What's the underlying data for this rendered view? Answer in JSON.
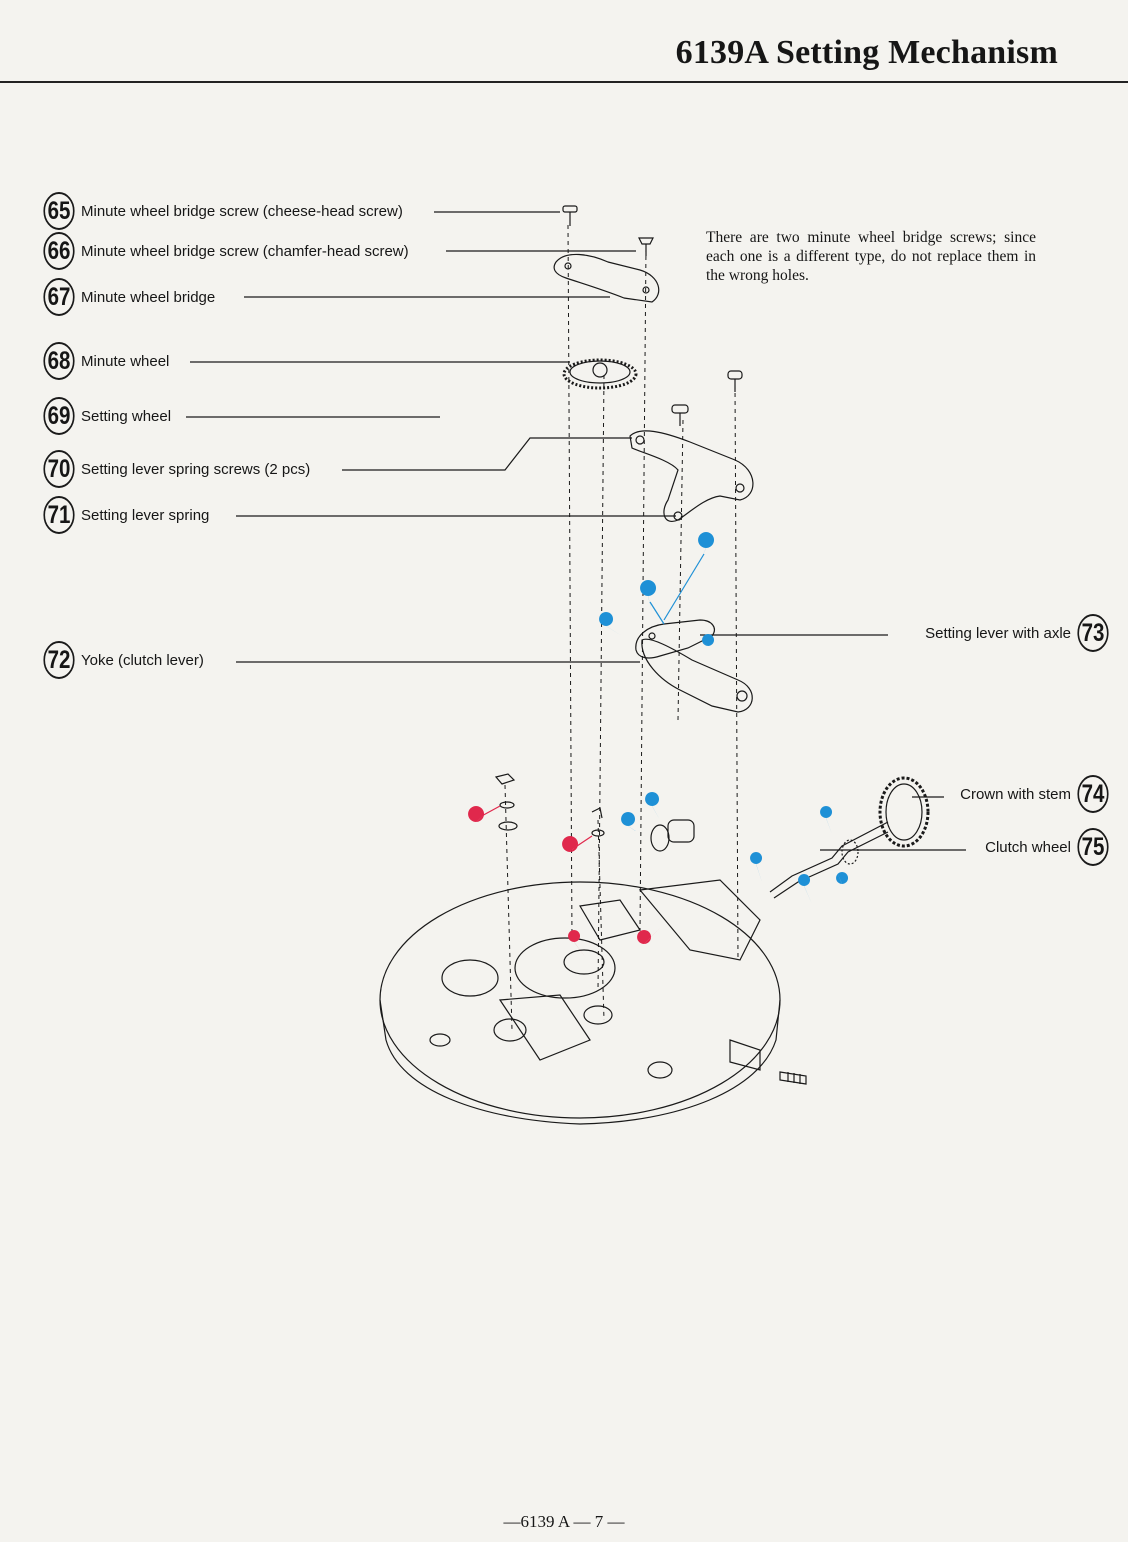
{
  "page": {
    "title": "6139A Setting Mechanism",
    "note": "There are two minute wheel bridge screws; since each one is a different type, do not replace them in the wrong holes.",
    "footer": "—6139 A — 7 —"
  },
  "parts_left": [
    {
      "number": "65",
      "label": "Minute wheel bridge screw (cheese-head screw)"
    },
    {
      "number": "66",
      "label": "Minute wheel bridge screw (chamfer-head screw)"
    },
    {
      "number": "67",
      "label": "Minute wheel bridge"
    },
    {
      "number": "68",
      "label": "Minute wheel"
    },
    {
      "number": "69",
      "label": "Setting wheel"
    },
    {
      "number": "70",
      "label": "Setting lever spring screws (2 pcs)"
    },
    {
      "number": "71",
      "label": "Setting lever spring"
    },
    {
      "number": "72",
      "label": "Yoke (clutch lever)"
    }
  ],
  "parts_right": [
    {
      "number": "73",
      "label": "Setting lever with axle"
    },
    {
      "number": "74",
      "label": "Crown with stem"
    },
    {
      "number": "75",
      "label": "Clutch wheel"
    }
  ],
  "colors": {
    "oil_blue": "#1e90d6",
    "oil_red": "#e0284c",
    "ink": "#1a1a1a",
    "paper": "#f4f3ef"
  }
}
